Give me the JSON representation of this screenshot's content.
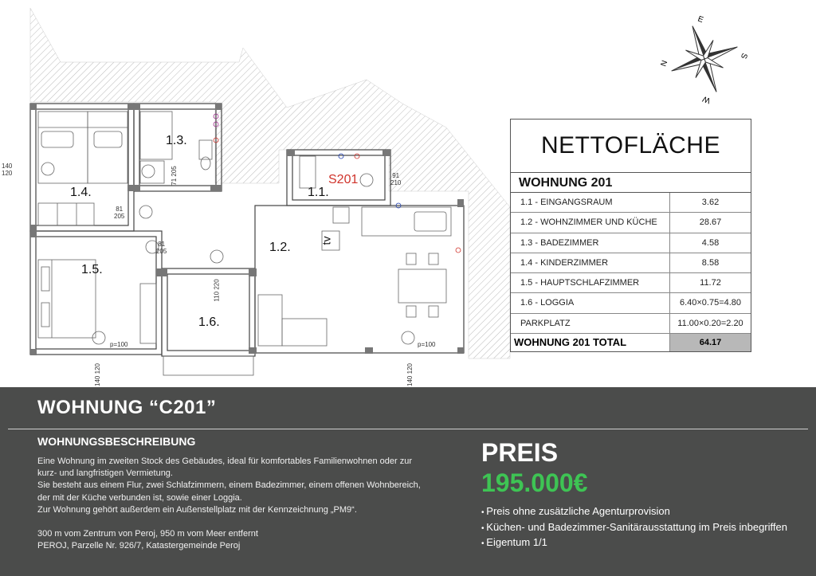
{
  "plan": {
    "rooms": [
      "1.1.",
      "1.2.",
      "1.3.",
      "1.4.",
      "1.5.",
      "1.6."
    ],
    "unit_code": "S201",
    "tv_label": "tv",
    "dims": {
      "w140_left": [
        "140",
        "120"
      ],
      "d71": [
        "71",
        "205"
      ],
      "d81a": [
        "81",
        "205"
      ],
      "d81b": [
        "81",
        "205"
      ],
      "d91": [
        "91",
        "210"
      ],
      "d110": [
        "110",
        "220"
      ],
      "p100a": "p=100",
      "p100b": "p=100",
      "w140_b1": [
        "140",
        "120"
      ],
      "w140_b2": [
        "140",
        "120"
      ]
    }
  },
  "compass": {
    "n": "N",
    "e": "E",
    "s": "S",
    "w": "W"
  },
  "table": {
    "header": "NETTOFLÄCHE",
    "subheader": "WOHNUNG 201",
    "rows": [
      {
        "label": "1.1 - EINGANGSRAUM",
        "value": "3.62"
      },
      {
        "label": "1.2 - WOHNZIMMER UND KÜCHE",
        "value": "28.67"
      },
      {
        "label": "1.3 - BADEZIMMER",
        "value": "4.58"
      },
      {
        "label": "1.4 - KINDERZIMMER",
        "value": "8.58"
      },
      {
        "label": "1.5 - HAUPTSCHLAFZIMMER",
        "value": "11.72"
      },
      {
        "label": "1.6 - LOGGIA",
        "value": "6.40×0.75=4.80"
      },
      {
        "label": "PARKPLATZ",
        "value": "11.00×0.20=2.20"
      }
    ],
    "total_label": "WOHNUNG 201 TOTAL",
    "total_value": "64.17"
  },
  "bottom": {
    "title": "WOHNUNG “C201”",
    "desc_heading": "WOHNUNGSBESCHREIBUNG",
    "desc_lines": [
      "Eine Wohnung im zweiten Stock des Gebäudes, ideal für komfortables Familienwohnen oder zur",
      "kurz- und langfristigen Vermietung.",
      "Sie besteht aus einem Flur, zwei Schlafzimmern, einem Badezimmer, einem offenen Wohnbereich,",
      "der mit der Küche verbunden ist, sowie einer Loggia.",
      "Zur Wohnung gehört außerdem ein Außenstellplatz mit der Kennzeichnung „PM9“."
    ],
    "location_lines": [
      "300 m vom Zentrum von Peroj, 950 m vom Meer entfernt",
      "PEROJ, Parzelle Nr. 926/7, Katastergemeinde Peroj"
    ],
    "price_heading": "PREIS",
    "price_value": "195.000€",
    "bullets": [
      "Preis ohne zusätzliche Agenturprovision",
      "Küchen- und Badezimmer-Sanitärausstattung im Preis inbegriffen",
      "Eigentum 1/1"
    ],
    "colors": {
      "panel": "#4b4c4b",
      "price": "#3ec454"
    }
  }
}
